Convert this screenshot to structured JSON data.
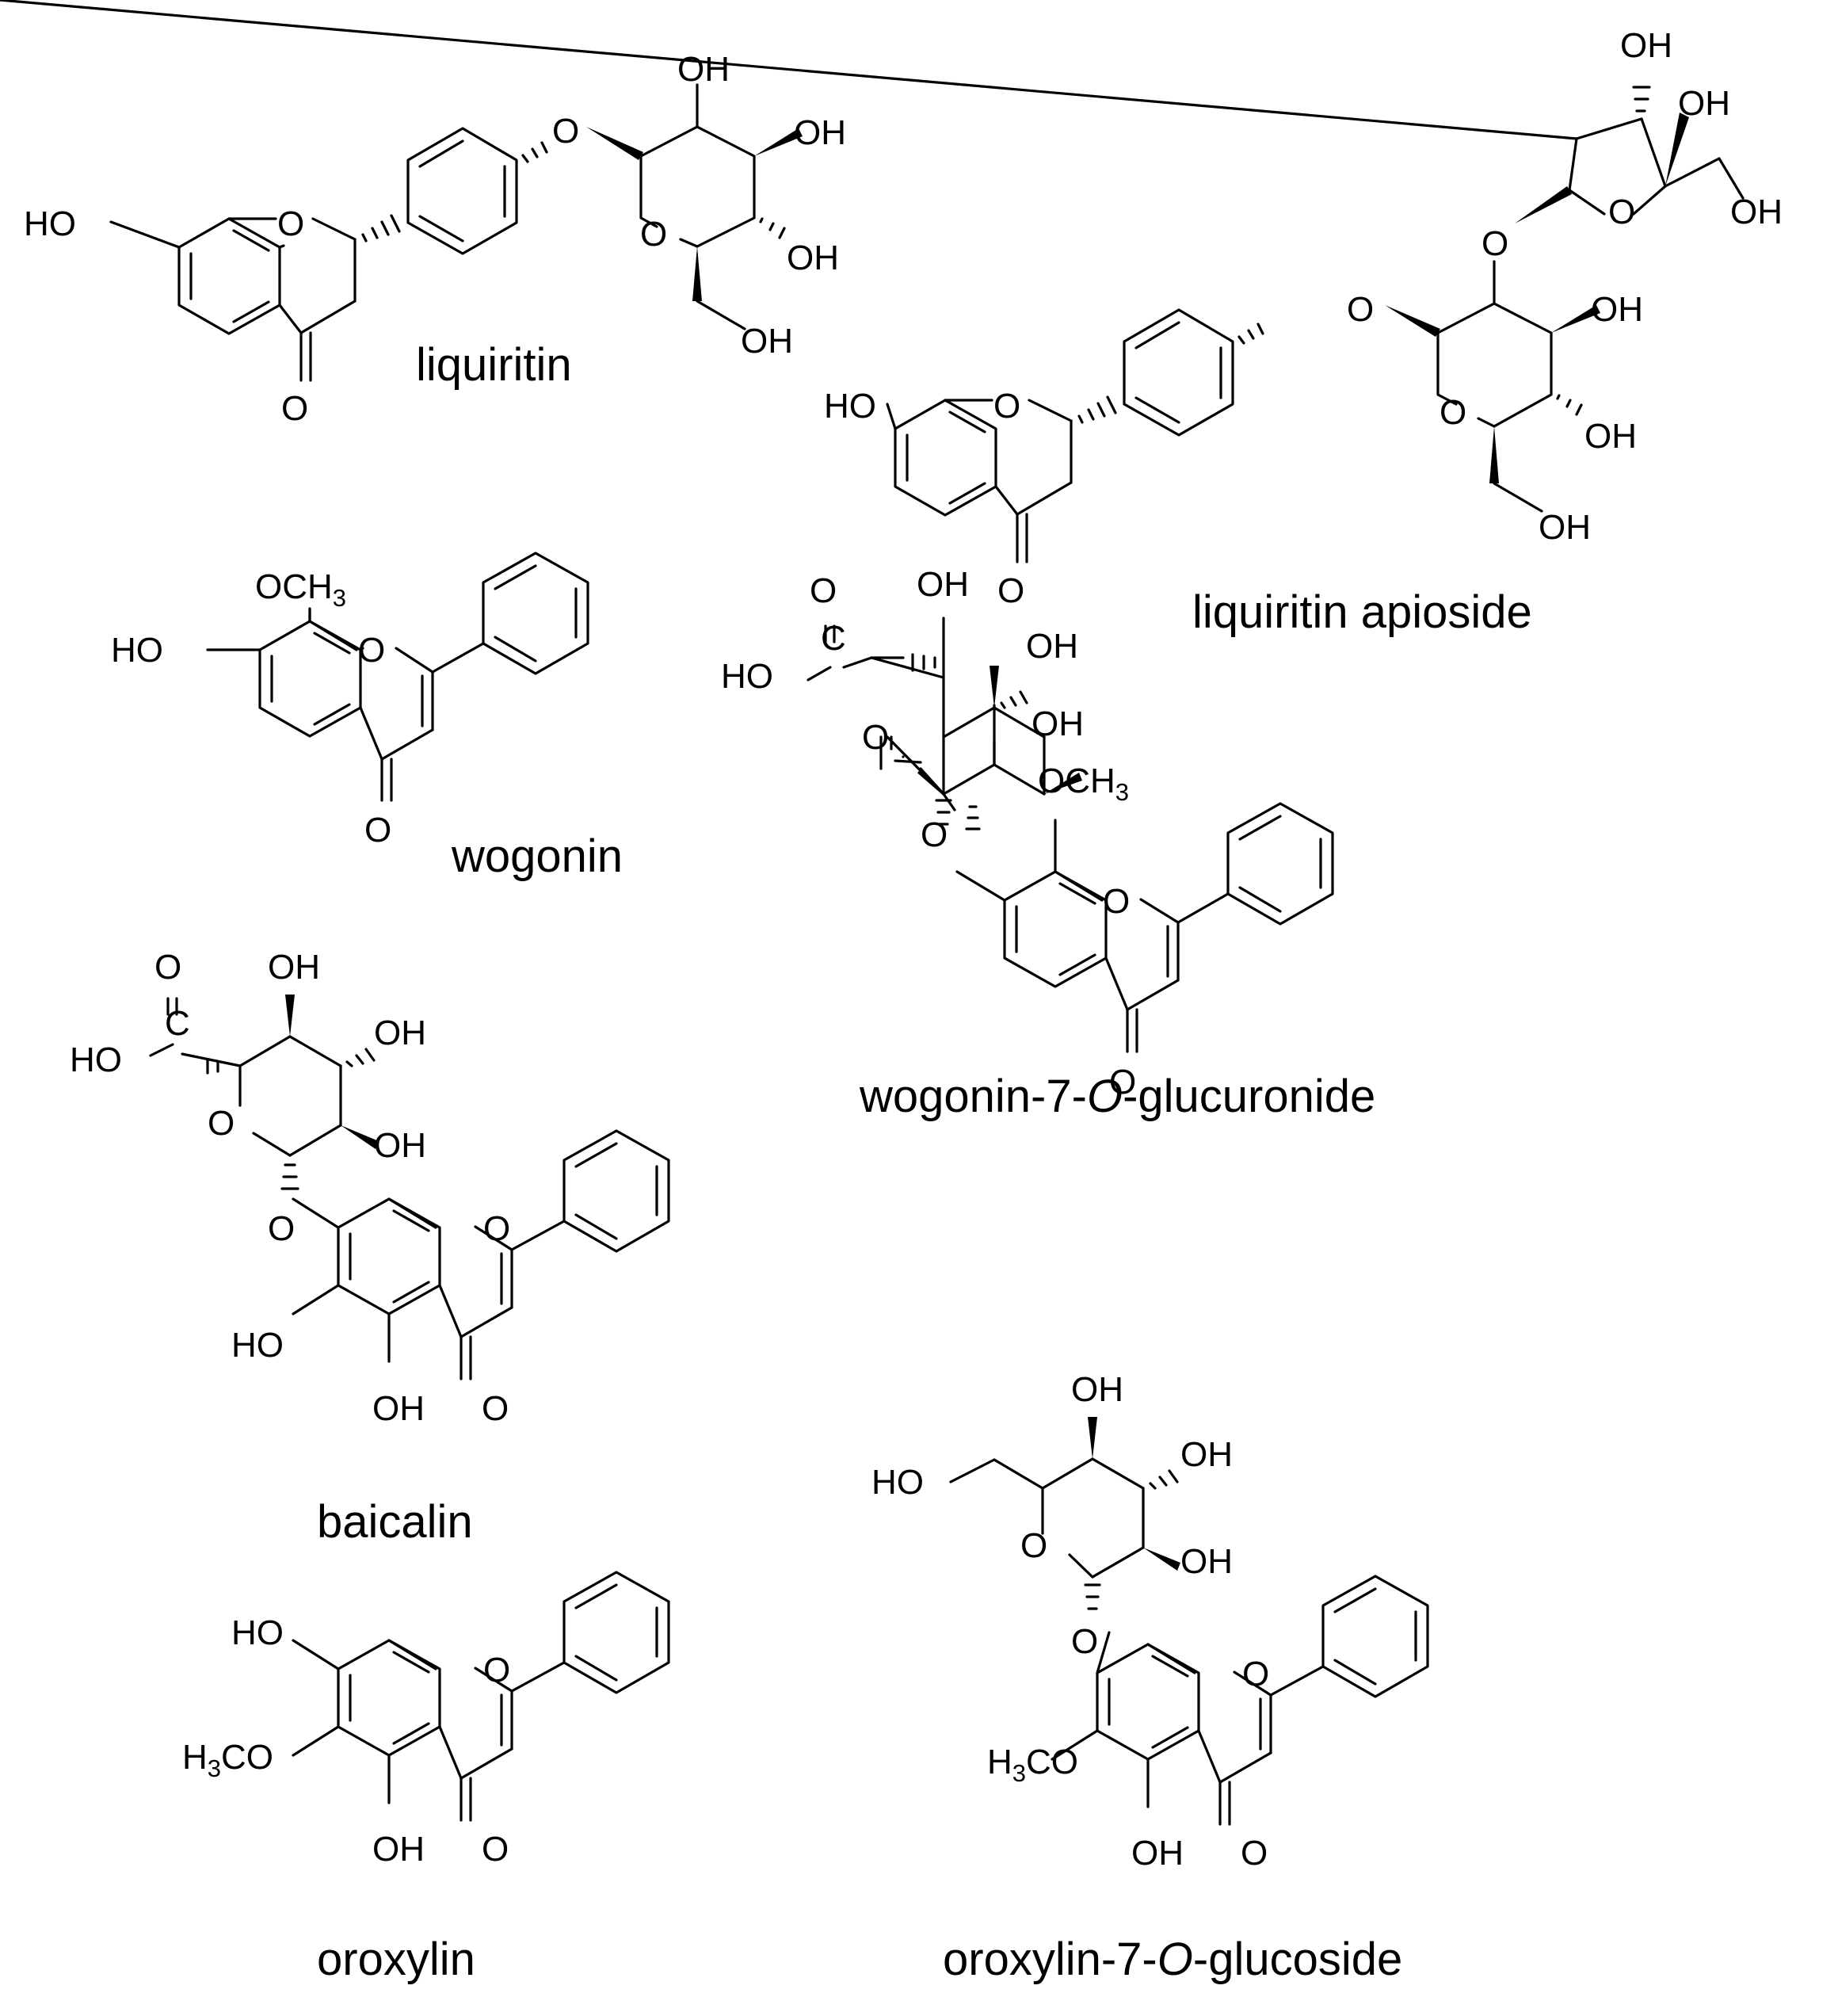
{
  "compounds": [
    {
      "id": "liquiritin",
      "name": "liquiritin"
    },
    {
      "id": "liquiritin-apioside",
      "name": "liquiritin apioside"
    },
    {
      "id": "wogonin",
      "name": "wogonin"
    },
    {
      "id": "wogonin-7-o-glucuronide",
      "name_pre": "wogonin-7-",
      "name_italic": "O",
      "name_post": "-glucuronide"
    },
    {
      "id": "baicalin",
      "name": "baicalin"
    },
    {
      "id": "oroxylin",
      "name": "oroxylin"
    },
    {
      "id": "oroxylin-7-o-glucoside",
      "name_pre": "oroxylin-7-",
      "name_italic": "O",
      "name_post": "-glucoside"
    }
  ],
  "groups": {
    "hydroxyl": "OH",
    "hydroxyl_left": "HO",
    "oxygen": "O",
    "carbon": "C",
    "methoxy": "OCH",
    "methoxy_sub": "3",
    "methoxy_left_h": "H",
    "methoxy_left_sub": "3",
    "methoxy_left_rest": "CO"
  }
}
